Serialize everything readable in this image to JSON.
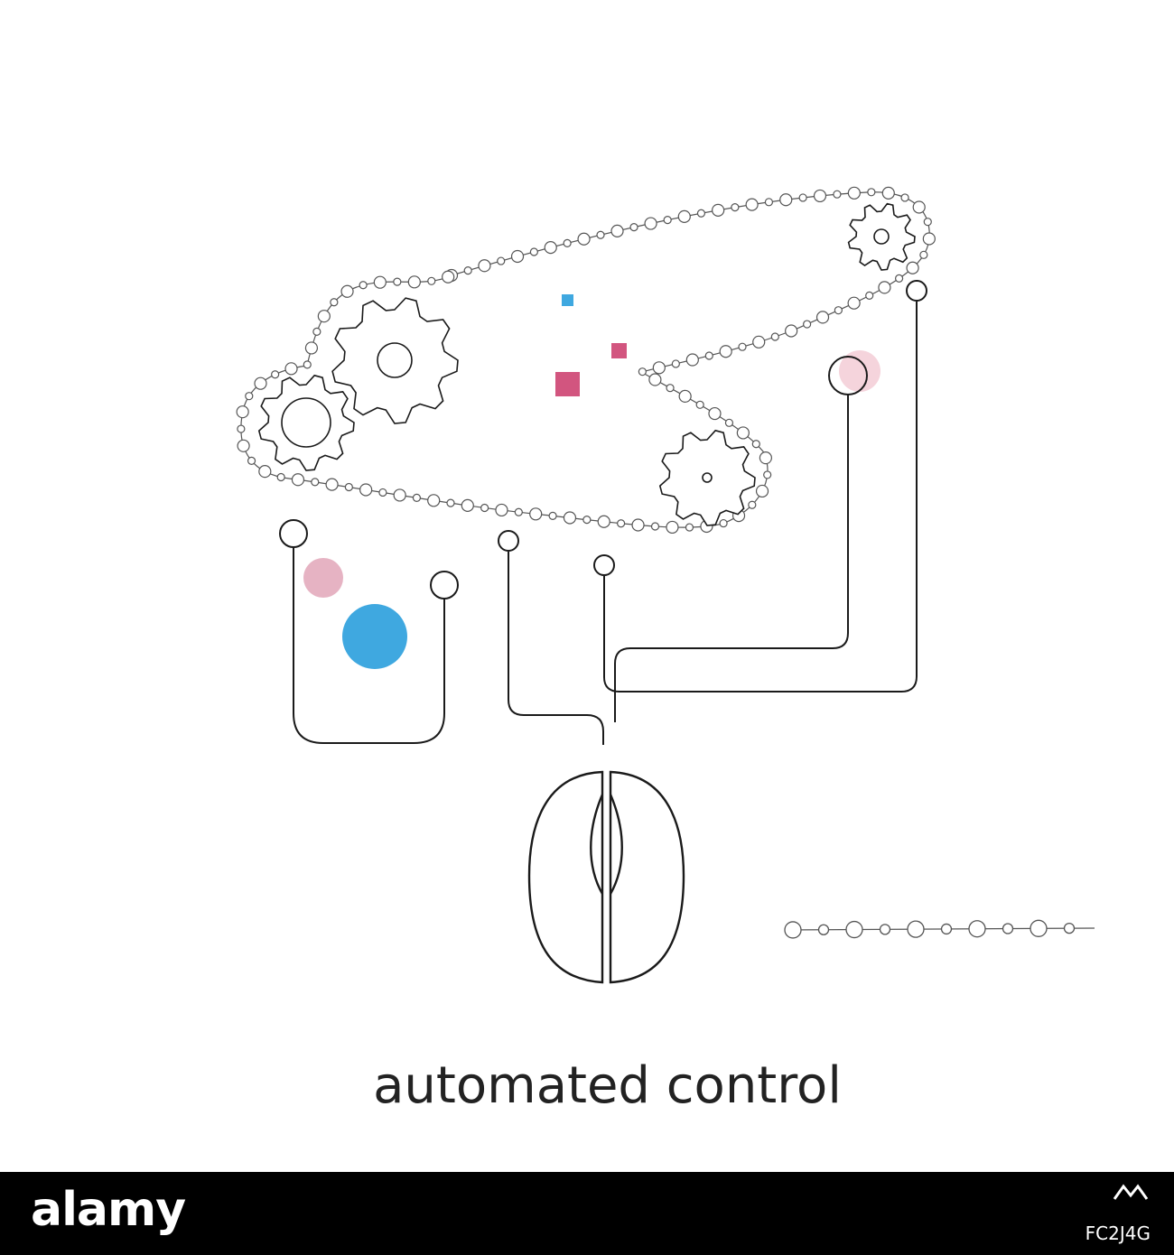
{
  "illustration": {
    "caption": "automated control",
    "colors": {
      "line": "#1a1a1a",
      "chain": "#555555",
      "blue": "#3fa8e0",
      "magenta": "#d2557f",
      "pink": "#e0a0b4",
      "light_pink": "#f4cfd8"
    },
    "icons": [
      "gear-icon",
      "chain-icon",
      "computer-mouse-icon"
    ]
  },
  "footer": {
    "logo": "alamy",
    "image_code_label": "",
    "image_code": "FC2J4G",
    "background": "#000000"
  }
}
